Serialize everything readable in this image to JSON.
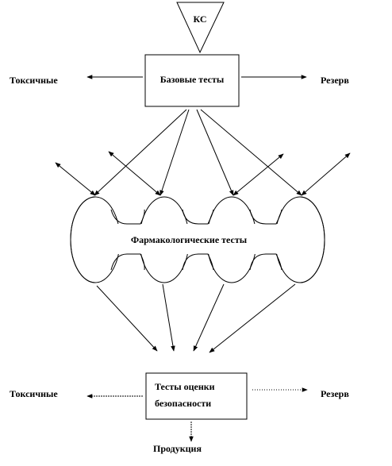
{
  "top_label": "КС",
  "base_box": {
    "label": "Базовые тесты"
  },
  "top_left_label": "Токсичные",
  "top_right_label": "Резерв",
  "pharma_label": "Фармакологические тесты",
  "safety_box": {
    "line1": "Тесты оценки",
    "line2": "безопасности"
  },
  "bottom_left_label": "Токсичные",
  "bottom_right_label": "Резерв",
  "product_label": "Продукция"
}
